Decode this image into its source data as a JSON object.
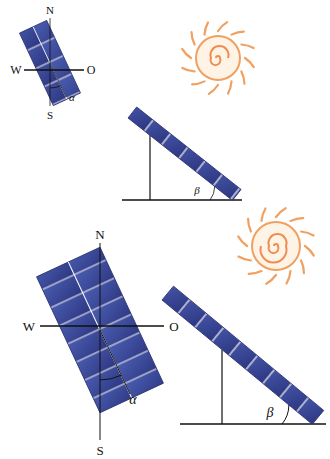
{
  "diagram": {
    "labels": [
      "N",
      "W",
      "O",
      "S",
      "α",
      "β",
      "N",
      "W",
      "O",
      "S",
      "α",
      "β"
    ]
  }
}
